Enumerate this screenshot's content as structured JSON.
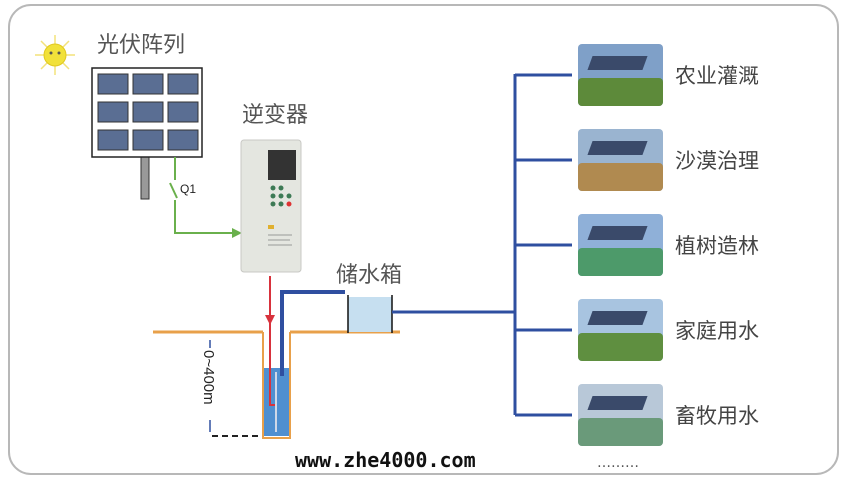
{
  "labels": {
    "pv_array": "光伏阵列",
    "inverter": "逆变器",
    "water_tank": "储水箱",
    "switch": "Q1",
    "depth": "0~400m"
  },
  "applications": [
    {
      "label": "农业灌溉",
      "icon": "irrigation-photo"
    },
    {
      "label": "沙漠治理",
      "icon": "desert-photo"
    },
    {
      "label": "植树造林",
      "icon": "forest-photo"
    },
    {
      "label": "家庭用水",
      "icon": "household-photo"
    },
    {
      "label": "畜牧用水",
      "icon": "livestock-photo"
    }
  ],
  "more": "………",
  "watermark": "www.zhe4000.com",
  "colors": {
    "pipe": "#2f4fa0",
    "power": "#d8323c",
    "dc": "#6ab04c",
    "ground": "#e8a04a",
    "water": "#4f8fd0"
  }
}
